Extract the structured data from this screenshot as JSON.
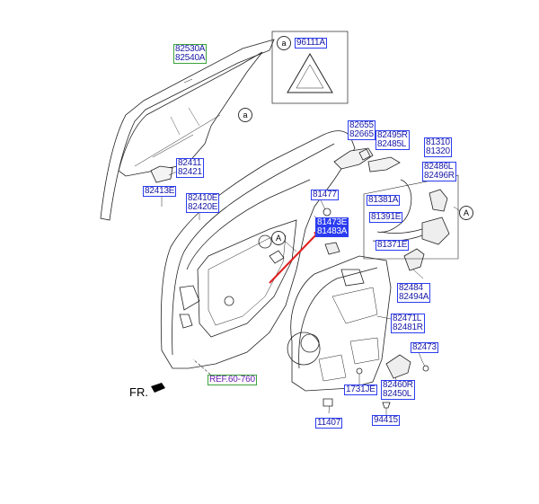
{
  "parts": {
    "glass": [
      "82530A",
      "82540A"
    ],
    "sticker_callout": "a",
    "sticker_part": "96111A",
    "glass_callout": "a",
    "run_channel": [
      "82411",
      "82421"
    ],
    "run_channel_clip": "82413E",
    "glass_run": [
      "82410E",
      "82420E"
    ],
    "check_a": [
      "82655",
      "82665"
    ],
    "handle_a": [
      "82495R",
      "82485L"
    ],
    "lock_a": [
      "81310",
      "81320"
    ],
    "handle_b": [
      "82486L",
      "82496R"
    ],
    "cap": "81477",
    "cable_a": "81381A",
    "cable_b": "81391E",
    "cable_c": "81371E",
    "bracket": [
      "81473E",
      "81483A"
    ],
    "holder": [
      "82484",
      "82494A"
    ],
    "regulator": [
      "82471L",
      "82481R"
    ],
    "bolt": "82473",
    "motor": [
      "82460R",
      "82450L"
    ],
    "grommet": "1731JE",
    "screw_a": "11407",
    "screw_b": "94415",
    "reference": "REF.60-760",
    "lock_callout": "A",
    "door_callout": "A"
  },
  "front_label": "FR."
}
